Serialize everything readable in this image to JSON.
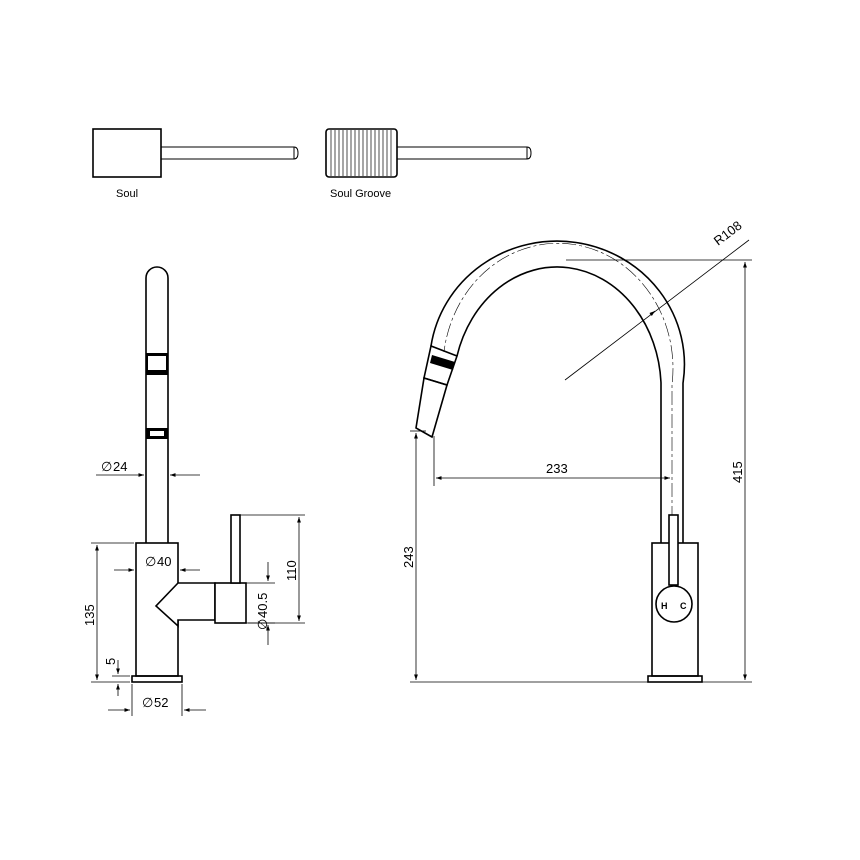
{
  "handle_variants": [
    {
      "label": "Soul"
    },
    {
      "label": "Soul Groove"
    }
  ],
  "front_view": {
    "spout_diameter": "24",
    "body_diameter": "40",
    "handle_diameter": "40.5",
    "handle_height": "110",
    "body_height": "135",
    "base_thickness": "5",
    "base_diameter": "52"
  },
  "side_view": {
    "arc_radius": "R108",
    "spout_reach": "233",
    "spout_height": "243",
    "overall_height": "415"
  }
}
